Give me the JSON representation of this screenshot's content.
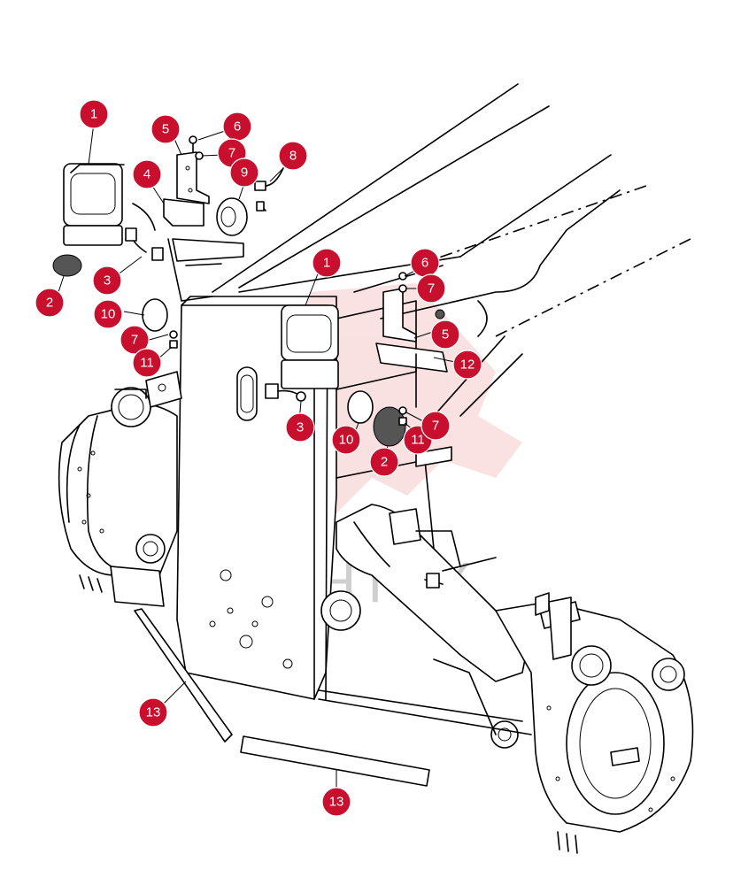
{
  "watermark": {
    "text": "ИНТЕХ",
    "color": "#f3c0c0"
  },
  "callout_color": "#c8102e",
  "callouts": [
    {
      "label": "1"
    },
    {
      "label": "2"
    },
    {
      "label": "3"
    },
    {
      "label": "4"
    },
    {
      "label": "5"
    },
    {
      "label": "6"
    },
    {
      "label": "7"
    },
    {
      "label": "9"
    },
    {
      "label": "8"
    },
    {
      "label": "10"
    },
    {
      "label": "7"
    },
    {
      "label": "11"
    },
    {
      "label": "1"
    },
    {
      "label": "6"
    },
    {
      "label": "7"
    },
    {
      "label": "5"
    },
    {
      "label": "12"
    },
    {
      "label": "3"
    },
    {
      "label": "10"
    },
    {
      "label": "2"
    },
    {
      "label": "11"
    },
    {
      "label": "7"
    },
    {
      "label": "13"
    },
    {
      "label": "13"
    }
  ]
}
